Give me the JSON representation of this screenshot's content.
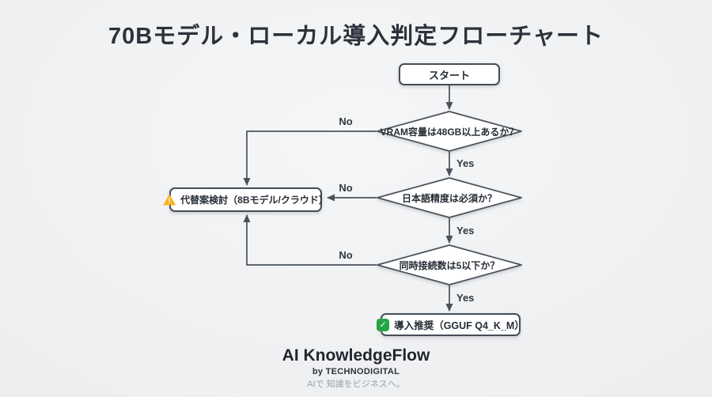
{
  "title": "70Bモデル・ローカル導入判定フローチャート",
  "flowchart": {
    "start": {
      "label": "スタート"
    },
    "decisions": [
      {
        "label": "VRAM容量は48GB以上あるか？",
        "yes_label": "Yes",
        "no_label": "No"
      },
      {
        "label": "日本語精度は必須か？",
        "yes_label": "Yes",
        "no_label": "No"
      },
      {
        "label": "同時接続数は5以下か？",
        "yes_label": "Yes",
        "no_label": "No"
      }
    ],
    "alternative": {
      "icon": "warning-icon",
      "icon_glyph": "!",
      "label": "代替案検討（8Bモデル/クラウド）"
    },
    "recommendation": {
      "icon": "check-icon",
      "icon_glyph": "✓",
      "label": "導入推奨（GGUF Q4_K_M）"
    }
  },
  "footer": {
    "brand": "AI KnowledgeFlow",
    "byline": "by TECHNODIGITAL",
    "tagline": "AIで 知識をビジネスへ。"
  },
  "colors": {
    "line": "#4a525b",
    "node_border": "#454d56",
    "node_fill": "#ffffff",
    "warning": "#f6b51e",
    "success": "#27a348",
    "text": "#262d35",
    "background": "#eceef0"
  }
}
